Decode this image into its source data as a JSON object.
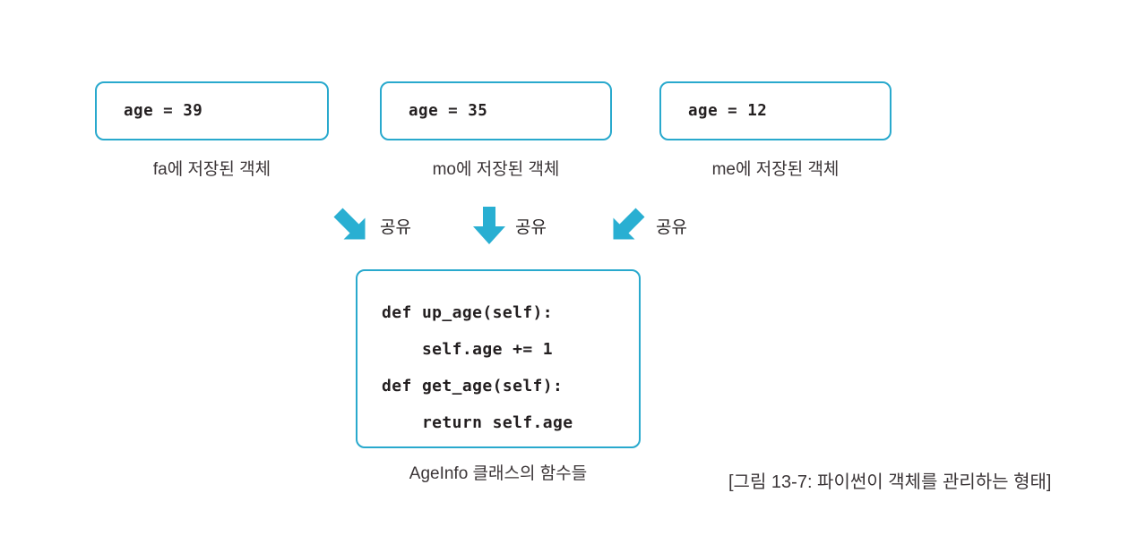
{
  "objects": [
    {
      "code": "age = 39",
      "caption": "fa에 저장된 객체",
      "name": "fa"
    },
    {
      "code": "age = 35",
      "caption": "mo에 저장된 객체",
      "name": "mo"
    },
    {
      "code": "age = 12",
      "caption": "me에 저장된 객체",
      "name": "me"
    }
  ],
  "arrows": [
    {
      "label": "공유",
      "direction": "down-right",
      "icon": "arrow-down-right-icon"
    },
    {
      "label": "공유",
      "direction": "down",
      "icon": "arrow-down-icon"
    },
    {
      "label": "공유",
      "direction": "down-left",
      "icon": "arrow-down-left-icon"
    }
  ],
  "method_box": {
    "lines": [
      "def up_age(self):",
      "    self.age += 1",
      "",
      "def get_age(self):",
      "    return self.age"
    ],
    "caption": "AgeInfo 클래스의 함수들"
  },
  "figure_caption": "[그림 13-7: 파이썬이 객체를 관리하는 형태]",
  "colors": {
    "accent": "#29a9cd",
    "arrow": "#29afd2",
    "text": "#231f20",
    "caption_text": "#3b3537",
    "background": "#ffffff"
  }
}
